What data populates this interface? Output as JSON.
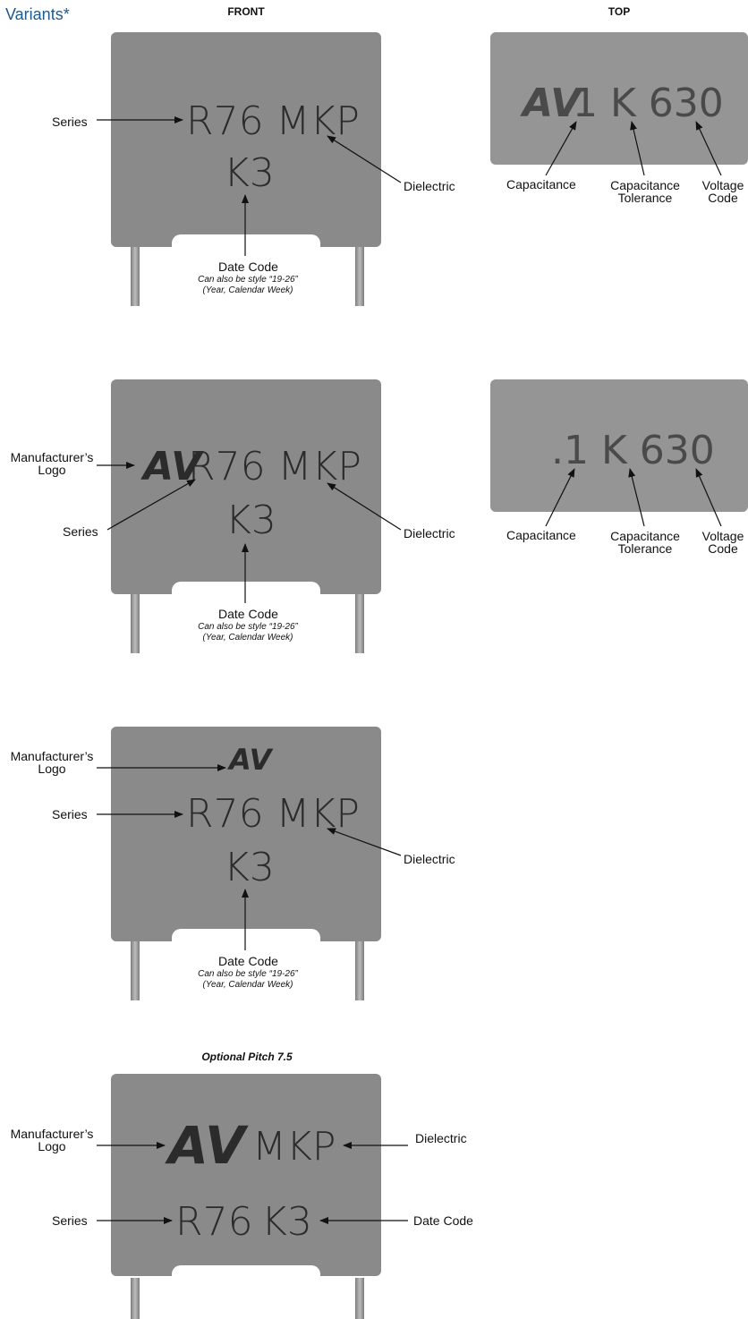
{
  "title": "Variants*",
  "headers": {
    "front": "FRONT",
    "top": "TOP"
  },
  "optional_pitch": "Optional Pitch 7.5",
  "logo_symbol": "AV",
  "labels": {
    "series": "Series",
    "dielectric": "Dielectric",
    "date_code": "Date Code",
    "date_note1": "Can also be style “19-26”",
    "date_note2": "(Year, Calendar Week)",
    "manufacturer_logo_1": "Manufacturer’s",
    "manufacturer_logo_2": "Logo",
    "capacitance": "Capacitance",
    "cap_tolerance_1": "Capacitance",
    "cap_tolerance_2": "Tolerance",
    "voltage_1": "Voltage",
    "voltage_2": "Code"
  },
  "markings": {
    "series_dielectric": "R76 MKP",
    "date": "K3",
    "dielectric": "MKP",
    "series_only": "R76",
    "top_values": ".1 K 630"
  },
  "colors": {
    "body": "#8a8a8a",
    "marking": "#2b2b2b",
    "title": "#1f5a8f"
  }
}
